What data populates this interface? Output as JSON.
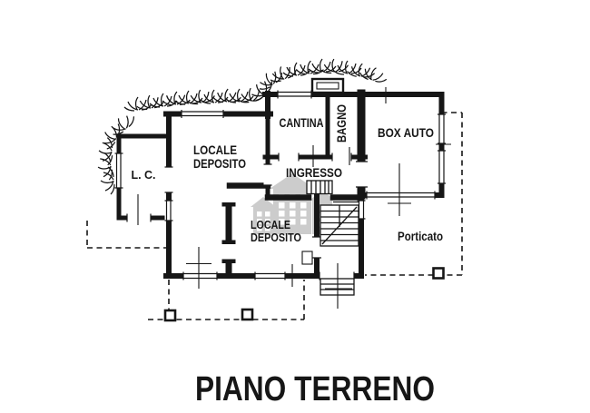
{
  "title": {
    "label": "PIANO TERRENO"
  },
  "plan": {
    "rooms": {
      "lc": {
        "label": "L. C."
      },
      "deposito_upper": {
        "line1": "LOCALE",
        "line2": "DEPOSITO"
      },
      "cantina": {
        "label": "CANTINA"
      },
      "bagno": {
        "label": "BAGNO"
      },
      "box_auto": {
        "label": "BOX AUTO"
      },
      "ingresso": {
        "label": "INGRESSO"
      },
      "deposito_lower": {
        "line1": "LOCALE",
        "line2": "DEPOSITO"
      },
      "porticato": {
        "label": "Porticato"
      }
    }
  },
  "watermark": {
    "icon": "houses-logo-icon",
    "color": "#9b9b9b"
  },
  "colors": {
    "line": "#161616",
    "background": "#ffffff"
  }
}
